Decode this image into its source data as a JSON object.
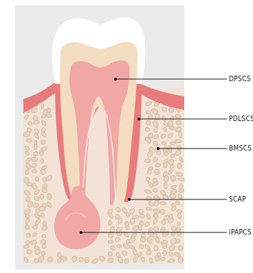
{
  "labels": [
    {
      "text": "DPSCS"
    },
    {
      "text": "PDLSCS"
    },
    {
      "text": "BMSCS"
    },
    {
      "text": "SCAP"
    },
    {
      "text": "iPAPCS"
    }
  ],
  "colors": {
    "panel_bg": "#ebebeb",
    "bone": "#f2e3d6",
    "bone_cell_fill": "#e6d2be",
    "bone_cell_stroke": "#c9af97",
    "gum": "#e87b7b",
    "enamel": "#ffffff",
    "dentin": "#f3dcc0",
    "pulp": "#f0a7a5",
    "pulp_dark": "#e98c8a",
    "leader": "#111111"
  }
}
